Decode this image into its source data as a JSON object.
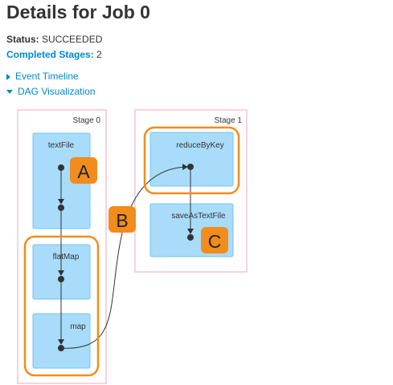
{
  "page": {
    "title": "Details for Job 0",
    "status_label": "Status:",
    "status_value": "SUCCEEDED",
    "completed_label": "Completed Stages:",
    "completed_value": "2",
    "event_timeline": "Event Timeline",
    "dag_visualization": "DAG Visualization"
  },
  "dag": {
    "stage0_label": "Stage 0",
    "stage1_label": "Stage 1",
    "ops": {
      "textfile": "textFile",
      "flatmap": "flatMap",
      "map": "map",
      "reducebykey": "reduceByKey",
      "saveastextfile": "saveAsTextFile"
    },
    "markers": {
      "a": "A",
      "b": "B",
      "c": "C"
    },
    "colors": {
      "stage_border": "#f4b6c8",
      "op_fill": "#a8dcfa",
      "op_border": "#75c5f3",
      "highlight": "#f28c1c",
      "marker_fill": "#f28c1c"
    }
  }
}
